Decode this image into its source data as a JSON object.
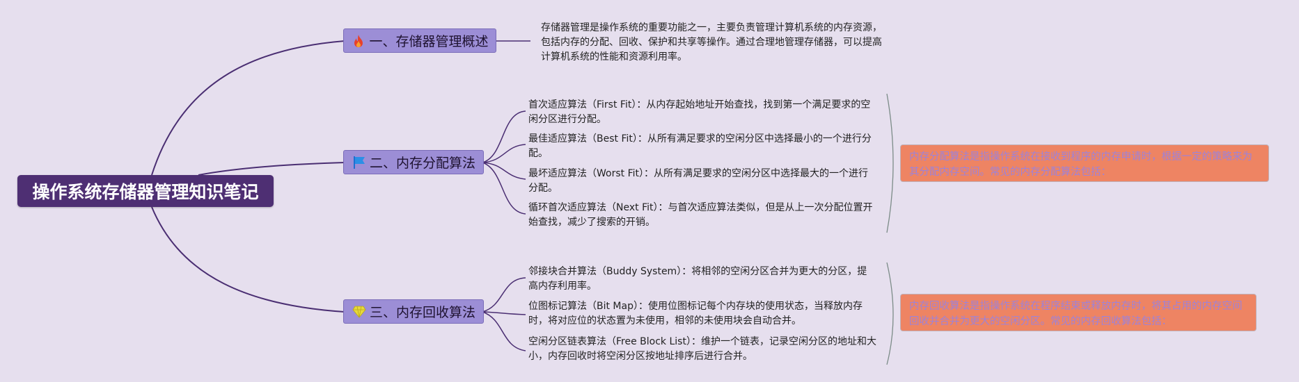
{
  "root": {
    "title": "操作系统存储器管理知识笔记"
  },
  "branches": [
    {
      "label": "一、存储器管理概述",
      "icon": "fire-icon",
      "leaves": [
        "存储器管理是操作系统的重要功能之一，主要负责管理计算机系统的内存资源，包括内存的分配、回收、保护和共享等操作。通过合理地管理存储器，可以提高计算机系统的性能和资源利用率。"
      ]
    },
    {
      "label": "二、内存分配算法",
      "icon": "flag-icon",
      "leaves": [
        "首次适应算法（First Fit）：从内存起始地址开始查找，找到第一个满足要求的空闲分区进行分配。",
        "最佳适应算法（Best Fit）：从所有满足要求的空闲分区中选择最小的一个进行分配。",
        "最坏适应算法（Worst Fit）：从所有满足要求的空闲分区中选择最大的一个进行分配。",
        "循环首次适应算法（Next Fit）：与首次适应算法类似，但是从上一次分配位置开始查找，减少了搜索的开销。"
      ],
      "summary": "内存分配算法是指操作系统在接收到程序的内存申请时，根据一定的策略来为其分配内存空间。常见的内存分配算法包括："
    },
    {
      "label": "三、内存回收算法",
      "icon": "diamond-icon",
      "leaves": [
        "邻接块合并算法（Buddy System）：将相邻的空闲分区合并为更大的分区，提高内存利用率。",
        "位图标记算法（Bit Map）：使用位图标记每个内存块的使用状态，当释放内存时，将对应位的状态置为未使用，相邻的未使用块会自动合并。",
        "空闲分区链表算法（Free Block List）：维护一个链表，记录空闲分区的地址和大小，内存回收时将空闲分区按地址排序后进行合并。"
      ],
      "summary": "内存回收算法是指操作系统在程序结束或释放内存时，将其占用的内存空间回收并合并为更大的空闲分区。常见的内存回收算法包括："
    }
  ],
  "colors": {
    "background": "#e6dfee",
    "root_fill": "#4e2f73",
    "branch_fill": "#9c8ed6",
    "line": "#4a2e72",
    "summary_fill": "#ee8463",
    "summary_text": "#9d82d8"
  }
}
